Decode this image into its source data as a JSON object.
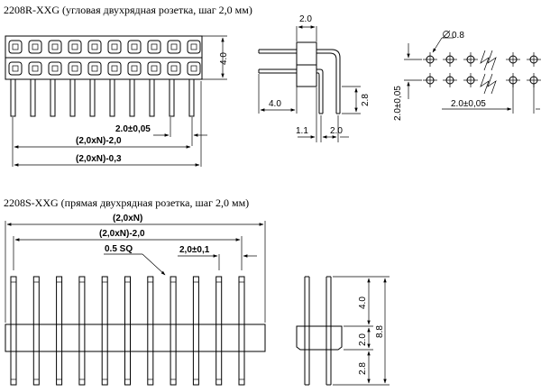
{
  "captions": {
    "top": "2208R-XXG (угловая двухрядная розетка, шаг 2,0 мм)",
    "bottom": "2208S-XXG (прямая двухрядная розетка, шаг 2,0 мм)"
  },
  "top_front": {
    "dim_height": "4.0",
    "dim_pitch": "2.0±0,05",
    "dim_span": "(2,0xN)-2,0",
    "dim_total": "(2,0xN)-0,3"
  },
  "top_side": {
    "dim_top": "2.0",
    "dim_left": "4.0",
    "dim_right": "2.8",
    "dim_b1": "1.1",
    "dim_b2": "2.0"
  },
  "top_footprint": {
    "dim_hole": "0.8",
    "dim_vert": "2.0±0,05",
    "dim_horiz": "2.0±0,05"
  },
  "bottom_front": {
    "dim_total": "(2,0xN)",
    "dim_span": "(2,0xN)-2,0",
    "dim_sq": "0.5 SQ",
    "dim_pitch": "2,0±0,1"
  },
  "bottom_side": {
    "dim_upper": "4.0",
    "dim_body": "2.0",
    "dim_lower": "2.8",
    "dim_total": "8.8"
  }
}
